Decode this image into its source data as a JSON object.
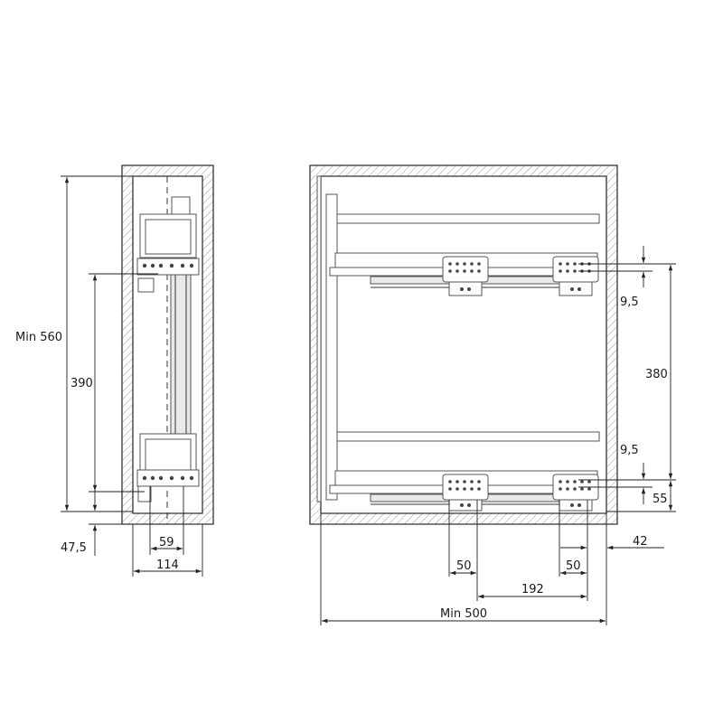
{
  "side_view": {
    "height_label": "Min 560",
    "spacing_label": "390",
    "bottom_offset_label": "47,5",
    "rail_width_label": "59",
    "width_label": "114"
  },
  "front_view": {
    "top_offset_label": "9,5",
    "spacing_label": "380",
    "mid_offset_label": "9,5",
    "bottom_offset_label": "55",
    "right_edge_label": "42",
    "left_bracket_label": "50",
    "right_bracket_label": "50",
    "bracket_spacing_label": "192",
    "width_label": "Min 500"
  }
}
